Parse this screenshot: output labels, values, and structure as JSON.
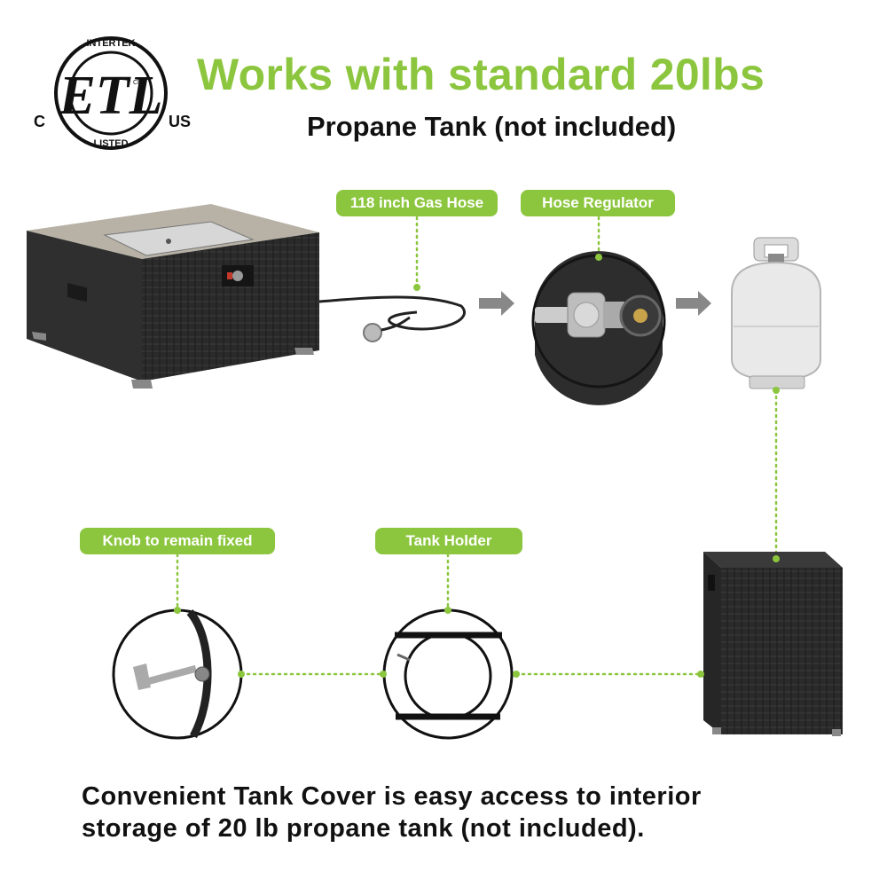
{
  "certification": {
    "mark_letters": "ETL",
    "ring_top": "INTERTEK",
    "ring_bottom": "LISTED",
    "left": "C",
    "right": "US",
    "small": "CM"
  },
  "headline": "Works with standard 20lbs",
  "subheadline": "Propane Tank (not included)",
  "labels": {
    "gas_hose": "118 inch Gas Hose",
    "hose_regulator": "Hose Regulator",
    "knob": "Knob to remain fixed",
    "tank_holder": "Tank Holder"
  },
  "caption": {
    "line1": "Convenient Tank Cover is easy access to interior",
    "line2": "storage of 20 lb propane tank (not included)."
  },
  "colors": {
    "accent_green": "#8cc63f",
    "wicker_dark": "#2b2b2b",
    "text_dark": "#111111"
  }
}
